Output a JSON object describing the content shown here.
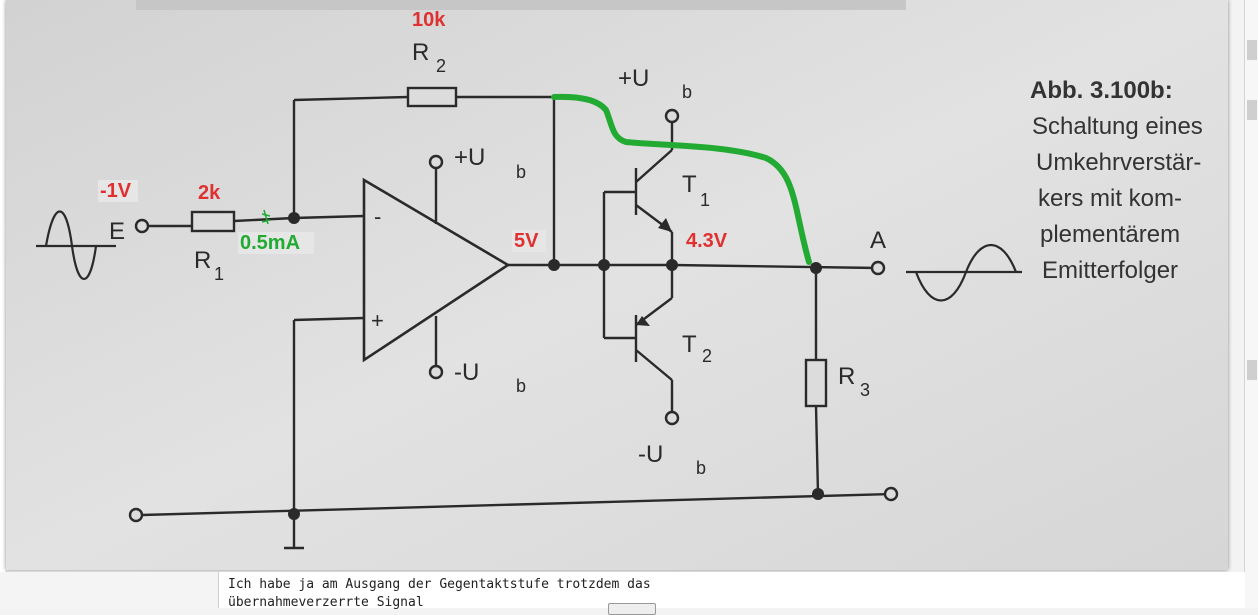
{
  "annotations": {
    "input_voltage": "-1V",
    "r1_value": "2k",
    "r2_value": "10k",
    "current": "0.5mA",
    "opamp_output_voltage": "5V",
    "emitter_voltage": "4.3V"
  },
  "schematic": {
    "input_label": "E",
    "output_label": "A",
    "r1": "R",
    "r1_sub": "1",
    "r2": "R",
    "r2_sub": "2",
    "r3": "R",
    "r3_sub": "3",
    "t1": "T",
    "t1_sub": "1",
    "t2": "T",
    "t2_sub": "2",
    "opamp_minus": "-",
    "opamp_plus": "+",
    "supply_pos": "+U",
    "supply_neg": "-U",
    "supply_sub": "b"
  },
  "caption": {
    "title": "Abb. 3.100b:",
    "lines": [
      "Schaltung eines",
      "Umkehrverstär-",
      "kers mit kom-",
      "plementärem",
      "Emitterfolger"
    ]
  },
  "forum": {
    "line1": "Ich habe ja am Ausgang der Gegentaktstufe trotzdem das",
    "line2": "übernahmeverzerrte Signal"
  },
  "colors": {
    "annotation_red": "#e03030",
    "annotation_green": "#22aa33",
    "ink": "#2a2a2a",
    "paper": "#dcdcdc"
  }
}
